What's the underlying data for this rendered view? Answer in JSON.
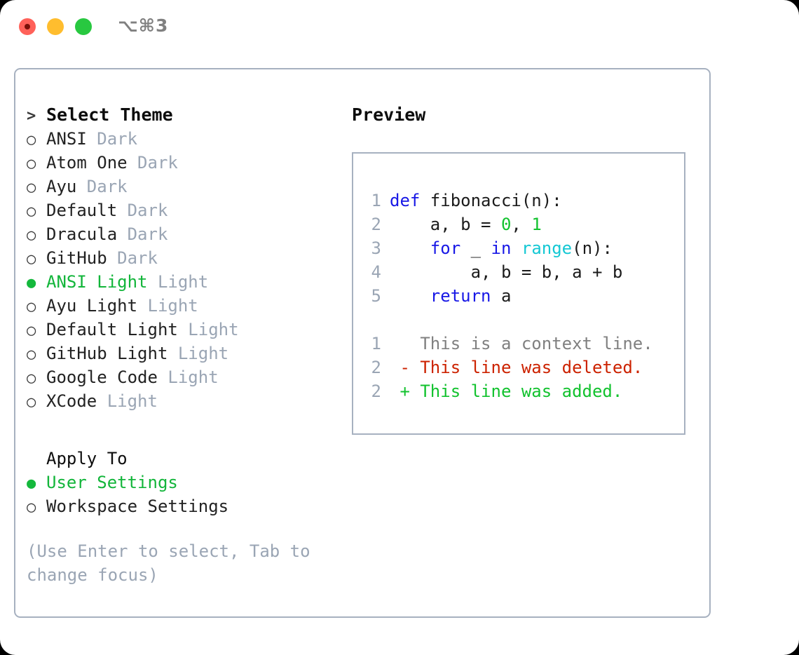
{
  "titlebar": {
    "shortcut": "⌥⌘3",
    "buttons": [
      {
        "name": "close",
        "color": "#ff6159"
      },
      {
        "name": "minimize",
        "color": "#ffbd2e"
      },
      {
        "name": "maximize",
        "color": "#28c840"
      }
    ]
  },
  "theme_list": {
    "heading_marker": ">",
    "heading": "Select Theme",
    "items": [
      {
        "marker": "○",
        "label": "ANSI",
        "variant": "Dark",
        "selected": false
      },
      {
        "marker": "○",
        "label": "Atom One",
        "variant": "Dark",
        "selected": false
      },
      {
        "marker": "○",
        "label": "Ayu",
        "variant": "Dark",
        "selected": false
      },
      {
        "marker": "○",
        "label": "Default",
        "variant": "Dark",
        "selected": false
      },
      {
        "marker": "○",
        "label": "Dracula",
        "variant": "Dark",
        "selected": false
      },
      {
        "marker": "○",
        "label": "GitHub",
        "variant": "Dark",
        "selected": false
      },
      {
        "marker": "●",
        "label": "ANSI Light",
        "variant": "Light",
        "selected": true
      },
      {
        "marker": "○",
        "label": "Ayu Light",
        "variant": "Light",
        "selected": false
      },
      {
        "marker": "○",
        "label": "Default Light",
        "variant": "Light",
        "selected": false
      },
      {
        "marker": "○",
        "label": "GitHub Light",
        "variant": "Light",
        "selected": false
      },
      {
        "marker": "○",
        "label": "Google Code",
        "variant": "Light",
        "selected": false
      },
      {
        "marker": "○",
        "label": "XCode",
        "variant": "Light",
        "selected": false
      }
    ]
  },
  "apply_to": {
    "title": "Apply To",
    "options": [
      {
        "marker": "●",
        "label": "User Settings",
        "selected": true
      },
      {
        "marker": "○",
        "label": "Workspace Settings",
        "selected": false
      }
    ]
  },
  "hint": "(Use Enter to select, Tab to change focus)",
  "preview": {
    "title": "Preview",
    "code_lines": [
      {
        "num": "1",
        "tokens": [
          {
            "t": "def",
            "c": "kw"
          },
          {
            "t": " fibonacci(n):",
            "c": ""
          }
        ]
      },
      {
        "num": "2",
        "tokens": [
          {
            "t": "    a, b = ",
            "c": ""
          },
          {
            "t": "0",
            "c": "num"
          },
          {
            "t": ", ",
            "c": ""
          },
          {
            "t": "1",
            "c": "num"
          }
        ]
      },
      {
        "num": "3",
        "tokens": [
          {
            "t": "    ",
            "c": ""
          },
          {
            "t": "for",
            "c": "kw"
          },
          {
            "t": " _ ",
            "c": ""
          },
          {
            "t": "in",
            "c": "kw"
          },
          {
            "t": " ",
            "c": ""
          },
          {
            "t": "range",
            "c": "fn"
          },
          {
            "t": "(n):",
            "c": ""
          }
        ]
      },
      {
        "num": "4",
        "tokens": [
          {
            "t": "        a, b = b, a + b",
            "c": ""
          }
        ]
      },
      {
        "num": "5",
        "tokens": [
          {
            "t": "    ",
            "c": ""
          },
          {
            "t": "return",
            "c": "kw"
          },
          {
            "t": " a",
            "c": ""
          }
        ]
      }
    ],
    "diff_lines": [
      {
        "num": "1",
        "sign": " ",
        "text": "This is a context line.",
        "kind": "diff-ctx"
      },
      {
        "num": "2",
        "sign": "-",
        "text": "This line was deleted.",
        "kind": "diff-del"
      },
      {
        "num": "2",
        "sign": "+",
        "text": "This line was added.",
        "kind": "diff-add"
      }
    ]
  },
  "colors": {
    "accent_green": "#12b53a",
    "keyword_blue": "#1818e6",
    "function_cyan": "#15c8d4",
    "number_green": "#12c22e",
    "diff_deleted": "#cc2200",
    "diff_added": "#12c22e",
    "muted": "#9aa5b4",
    "border": "#a7b1c0"
  }
}
